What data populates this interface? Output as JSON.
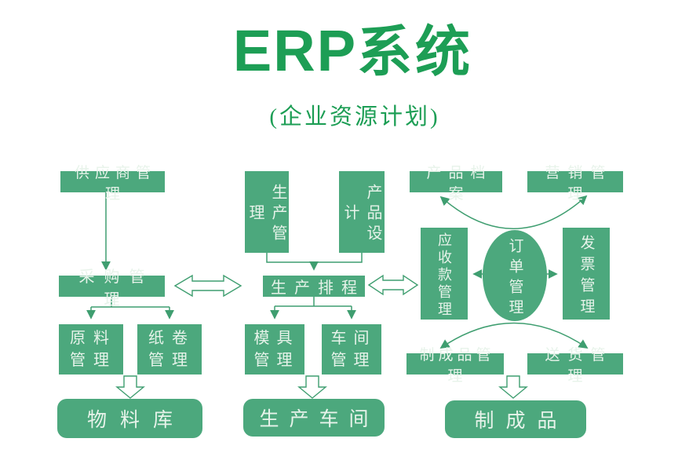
{
  "title": {
    "latin": "ERP",
    "cjk": "系统"
  },
  "subtitle": "(企业资源计划)",
  "colors": {
    "node_fill": "#4ca87d",
    "node_text": "#e7f3ea",
    "title_green": "#1d9e55",
    "connector": "#3f9e70",
    "hollow_arrow_fill": "#ffffff",
    "background": "#ffffff"
  },
  "nodes": {
    "supplier": "供应商管理",
    "purchase": "采购管理",
    "raw_material": "原料管理",
    "paper_roll": "纸卷管理",
    "material_warehouse": "物料库",
    "production_mgmt": "生产管理",
    "product_design": "产品设计",
    "production_schedule": "生产排程",
    "mold": "模具管理",
    "workshop": "车间管理",
    "production_workshop": "生产车间",
    "product_archive": "产品档案",
    "marketing": "营销管理",
    "receivables": "应收款管理",
    "order": "订单管理",
    "invoice": "发票管理",
    "finished_mgmt": "制成品管理",
    "delivery": "送货管理",
    "finished_product": "制成品"
  }
}
